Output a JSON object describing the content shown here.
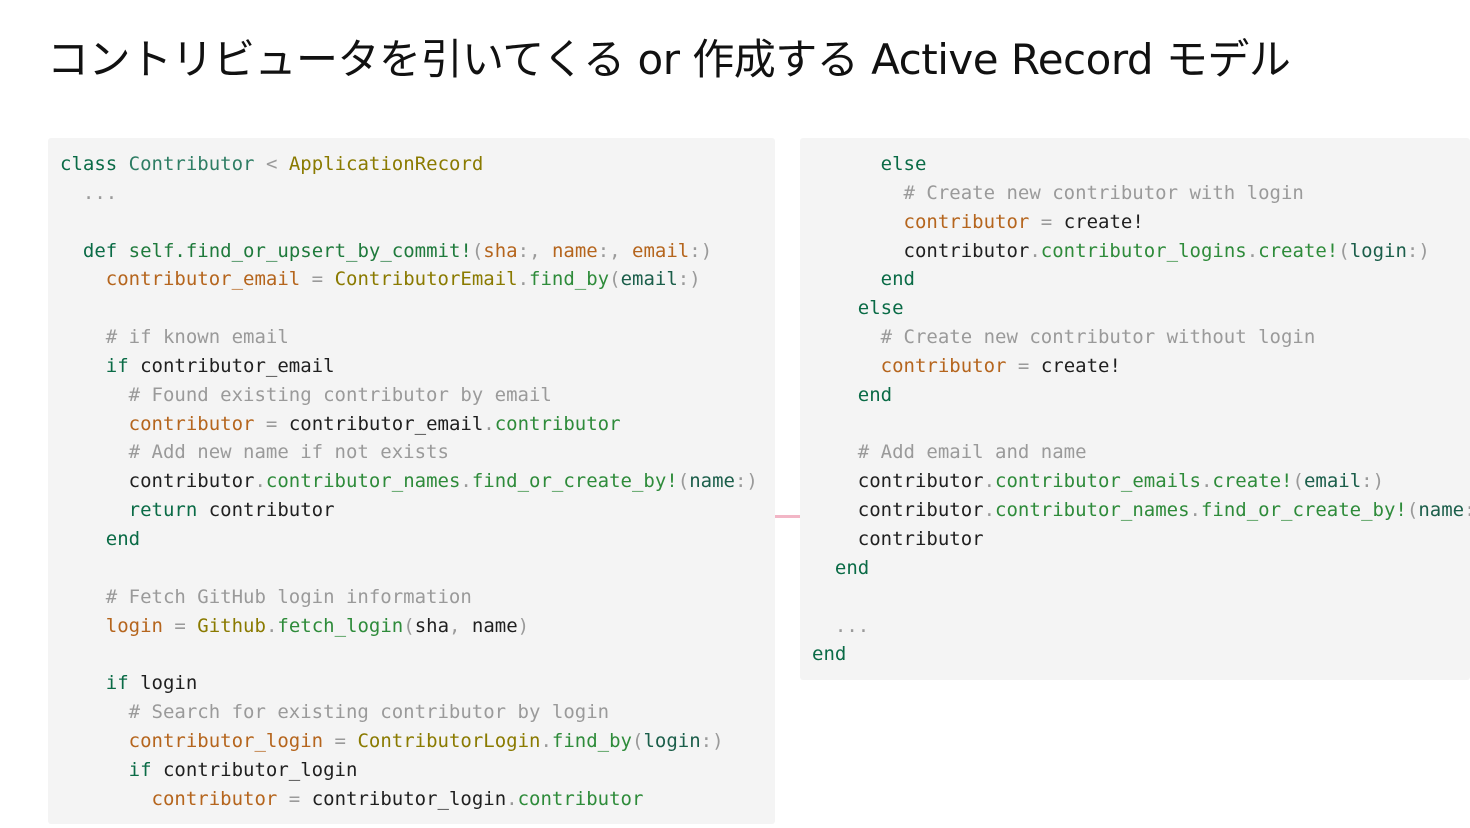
{
  "slide": {
    "title": "コントリビュータを引いてくる or 作成する Active Record モデル"
  },
  "code_left": {
    "lines": [
      [
        [
          "kw",
          "class"
        ],
        [
          "plain",
          " "
        ],
        [
          "cls",
          "Contributor"
        ],
        [
          "plain",
          " "
        ],
        [
          "op",
          "<"
        ],
        [
          "plain",
          " "
        ],
        [
          "con",
          "ApplicationRecord"
        ]
      ],
      [
        [
          "com",
          "  ..."
        ]
      ],
      [
        [
          "plain",
          ""
        ]
      ],
      [
        [
          "plain",
          "  "
        ],
        [
          "kw",
          "def"
        ],
        [
          "plain",
          " "
        ],
        [
          "def",
          "self.find_or_upsert_by_commit!"
        ],
        [
          "op",
          "("
        ],
        [
          "var",
          "sha"
        ],
        [
          "op",
          ":, "
        ],
        [
          "var",
          "name"
        ],
        [
          "op",
          ":, "
        ],
        [
          "var",
          "email"
        ],
        [
          "op",
          ":)"
        ]
      ],
      [
        [
          "plain",
          "    "
        ],
        [
          "var",
          "contributor_email"
        ],
        [
          "op",
          " = "
        ],
        [
          "con",
          "ContributorEmail"
        ],
        [
          "op",
          "."
        ],
        [
          "meth",
          "find_by"
        ],
        [
          "op",
          "("
        ],
        [
          "sym",
          "email"
        ],
        [
          "op",
          ":)"
        ]
      ],
      [
        [
          "plain",
          ""
        ]
      ],
      [
        [
          "com",
          "    # if known email"
        ]
      ],
      [
        [
          "plain",
          "    "
        ],
        [
          "kw",
          "if"
        ],
        [
          "plain",
          " contributor_email"
        ]
      ],
      [
        [
          "com",
          "      # Found existing contributor by email"
        ]
      ],
      [
        [
          "plain",
          "      "
        ],
        [
          "var",
          "contributor"
        ],
        [
          "op",
          " = "
        ],
        [
          "plain",
          "contributor_email"
        ],
        [
          "op",
          "."
        ],
        [
          "meth",
          "contributor"
        ]
      ],
      [
        [
          "com",
          "      # Add new name if not exists"
        ]
      ],
      [
        [
          "plain",
          "      contributor"
        ],
        [
          "op",
          "."
        ],
        [
          "meth",
          "contributor_names"
        ],
        [
          "op",
          "."
        ],
        [
          "meth",
          "find_or_create_by!"
        ],
        [
          "op",
          "("
        ],
        [
          "sym",
          "name"
        ],
        [
          "op",
          ":)"
        ]
      ],
      [
        [
          "plain",
          "      "
        ],
        [
          "kw",
          "return"
        ],
        [
          "plain",
          " contributor"
        ]
      ],
      [
        [
          "plain",
          "    "
        ],
        [
          "kw",
          "end"
        ]
      ],
      [
        [
          "plain",
          ""
        ]
      ],
      [
        [
          "com",
          "    # Fetch GitHub login information"
        ]
      ],
      [
        [
          "plain",
          "    "
        ],
        [
          "var",
          "login"
        ],
        [
          "op",
          " = "
        ],
        [
          "con",
          "Github"
        ],
        [
          "op",
          "."
        ],
        [
          "meth",
          "fetch_login"
        ],
        [
          "op",
          "("
        ],
        [
          "plain",
          "sha"
        ],
        [
          "op",
          ", "
        ],
        [
          "plain",
          "name"
        ],
        [
          "op",
          ")"
        ]
      ],
      [
        [
          "plain",
          ""
        ]
      ],
      [
        [
          "plain",
          "    "
        ],
        [
          "kw",
          "if"
        ],
        [
          "plain",
          " login"
        ]
      ],
      [
        [
          "com",
          "      # Search for existing contributor by login"
        ]
      ],
      [
        [
          "plain",
          "      "
        ],
        [
          "var",
          "contributor_login"
        ],
        [
          "op",
          " = "
        ],
        [
          "con",
          "ContributorLogin"
        ],
        [
          "op",
          "."
        ],
        [
          "meth",
          "find_by"
        ],
        [
          "op",
          "("
        ],
        [
          "sym",
          "login"
        ],
        [
          "op",
          ":)"
        ]
      ],
      [
        [
          "plain",
          "      "
        ],
        [
          "kw",
          "if"
        ],
        [
          "plain",
          " contributor_login"
        ]
      ],
      [
        [
          "plain",
          "        "
        ],
        [
          "var",
          "contributor"
        ],
        [
          "op",
          " = "
        ],
        [
          "plain",
          "contributor_login"
        ],
        [
          "op",
          "."
        ],
        [
          "meth",
          "contributor"
        ]
      ]
    ]
  },
  "code_right": {
    "lines": [
      [
        [
          "plain",
          "      "
        ],
        [
          "kw",
          "else"
        ]
      ],
      [
        [
          "com",
          "        # Create new contributor with login"
        ]
      ],
      [
        [
          "plain",
          "        "
        ],
        [
          "var",
          "contributor"
        ],
        [
          "op",
          " = "
        ],
        [
          "plain",
          "create!"
        ]
      ],
      [
        [
          "plain",
          "        contributor"
        ],
        [
          "op",
          "."
        ],
        [
          "meth",
          "contributor_logins"
        ],
        [
          "op",
          "."
        ],
        [
          "meth",
          "create!"
        ],
        [
          "op",
          "("
        ],
        [
          "sym",
          "login"
        ],
        [
          "op",
          ":)"
        ]
      ],
      [
        [
          "plain",
          "      "
        ],
        [
          "kw",
          "end"
        ]
      ],
      [
        [
          "plain",
          "    "
        ],
        [
          "kw",
          "else"
        ]
      ],
      [
        [
          "com",
          "      # Create new contributor without login"
        ]
      ],
      [
        [
          "plain",
          "      "
        ],
        [
          "var",
          "contributor"
        ],
        [
          "op",
          " = "
        ],
        [
          "plain",
          "create!"
        ]
      ],
      [
        [
          "plain",
          "    "
        ],
        [
          "kw",
          "end"
        ]
      ],
      [
        [
          "plain",
          ""
        ]
      ],
      [
        [
          "com",
          "    # Add email and name"
        ]
      ],
      [
        [
          "plain",
          "    contributor"
        ],
        [
          "op",
          "."
        ],
        [
          "meth",
          "contributor_emails"
        ],
        [
          "op",
          "."
        ],
        [
          "meth",
          "create!"
        ],
        [
          "op",
          "("
        ],
        [
          "sym",
          "email"
        ],
        [
          "op",
          ":)"
        ]
      ],
      [
        [
          "plain",
          "    contributor"
        ],
        [
          "op",
          "."
        ],
        [
          "meth",
          "contributor_names"
        ],
        [
          "op",
          "."
        ],
        [
          "meth",
          "find_or_create_by!"
        ],
        [
          "op",
          "("
        ],
        [
          "sym",
          "name"
        ],
        [
          "op",
          ":)"
        ]
      ],
      [
        [
          "plain",
          "    contributor"
        ]
      ],
      [
        [
          "plain",
          "  "
        ],
        [
          "kw",
          "end"
        ]
      ],
      [
        [
          "plain",
          ""
        ]
      ],
      [
        [
          "com",
          "  ..."
        ]
      ],
      [
        [
          "kw",
          "end"
        ]
      ]
    ]
  }
}
